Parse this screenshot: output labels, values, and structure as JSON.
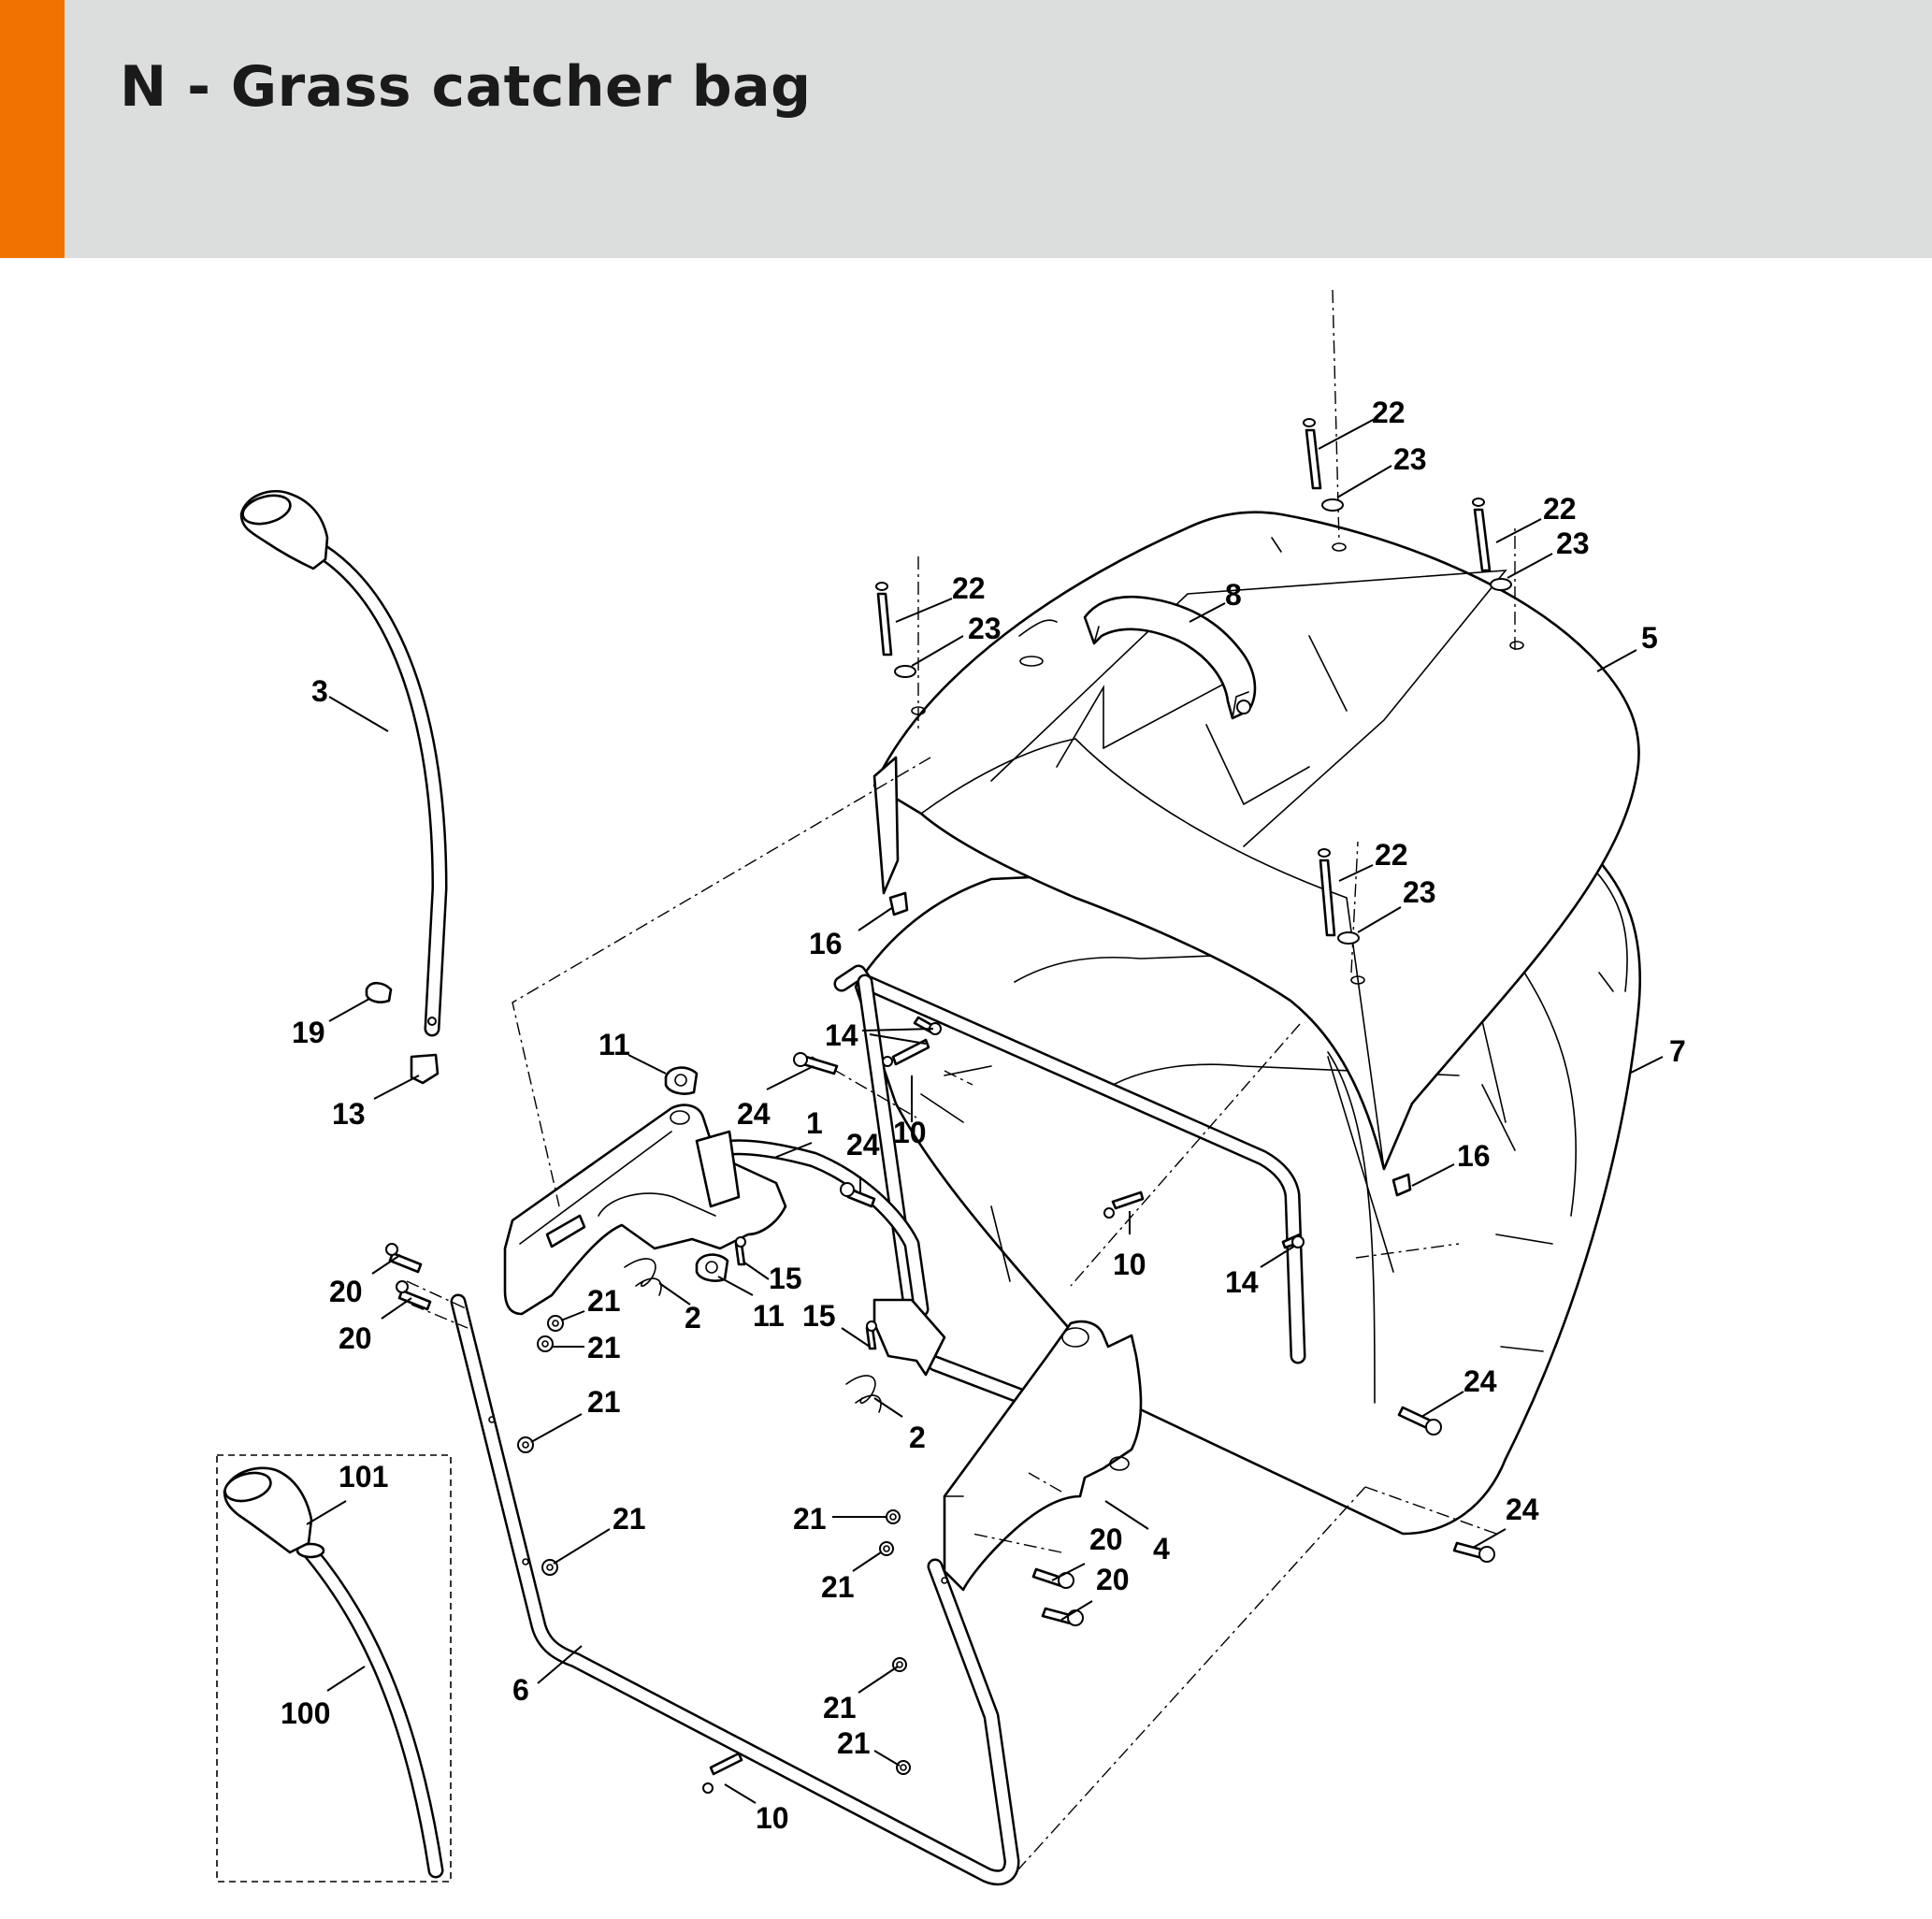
{
  "header": {
    "title": "N - Grass catcher bag",
    "accent_color": "#f07300",
    "background_color": "#dcdddd"
  },
  "callouts": [
    {
      "id": "c1",
      "label": "1"
    },
    {
      "id": "c2a",
      "label": "2"
    },
    {
      "id": "c2b",
      "label": "2"
    },
    {
      "id": "c3",
      "label": "3"
    },
    {
      "id": "c4",
      "label": "4"
    },
    {
      "id": "c5",
      "label": "5"
    },
    {
      "id": "c6",
      "label": "6"
    },
    {
      "id": "c7",
      "label": "7"
    },
    {
      "id": "c8",
      "label": "8"
    },
    {
      "id": "c10a",
      "label": "10"
    },
    {
      "id": "c10b",
      "label": "10"
    },
    {
      "id": "c10c",
      "label": "10"
    },
    {
      "id": "c11a",
      "label": "11"
    },
    {
      "id": "c11b",
      "label": "11"
    },
    {
      "id": "c13",
      "label": "13"
    },
    {
      "id": "c14a",
      "label": "14"
    },
    {
      "id": "c14b",
      "label": "14"
    },
    {
      "id": "c15a",
      "label": "15"
    },
    {
      "id": "c15b",
      "label": "15"
    },
    {
      "id": "c16a",
      "label": "16"
    },
    {
      "id": "c16b",
      "label": "16"
    },
    {
      "id": "c19",
      "label": "19"
    },
    {
      "id": "c20a",
      "label": "20"
    },
    {
      "id": "c20b",
      "label": "20"
    },
    {
      "id": "c20c",
      "label": "20"
    },
    {
      "id": "c20d",
      "label": "20"
    },
    {
      "id": "c21a",
      "label": "21"
    },
    {
      "id": "c21b",
      "label": "21"
    },
    {
      "id": "c21c",
      "label": "21"
    },
    {
      "id": "c21d",
      "label": "21"
    },
    {
      "id": "c21e",
      "label": "21"
    },
    {
      "id": "c21f",
      "label": "21"
    },
    {
      "id": "c21g",
      "label": "21"
    },
    {
      "id": "c21h",
      "label": "21"
    },
    {
      "id": "c22a",
      "label": "22"
    },
    {
      "id": "c22b",
      "label": "22"
    },
    {
      "id": "c22c",
      "label": "22"
    },
    {
      "id": "c22d",
      "label": "22"
    },
    {
      "id": "c23a",
      "label": "23"
    },
    {
      "id": "c23b",
      "label": "23"
    },
    {
      "id": "c23c",
      "label": "23"
    },
    {
      "id": "c23d",
      "label": "23"
    },
    {
      "id": "c24a",
      "label": "24"
    },
    {
      "id": "c24b",
      "label": "24"
    },
    {
      "id": "c24c",
      "label": "24"
    },
    {
      "id": "c24d",
      "label": "24"
    },
    {
      "id": "c100",
      "label": "100"
    },
    {
      "id": "c101",
      "label": "101"
    }
  ]
}
